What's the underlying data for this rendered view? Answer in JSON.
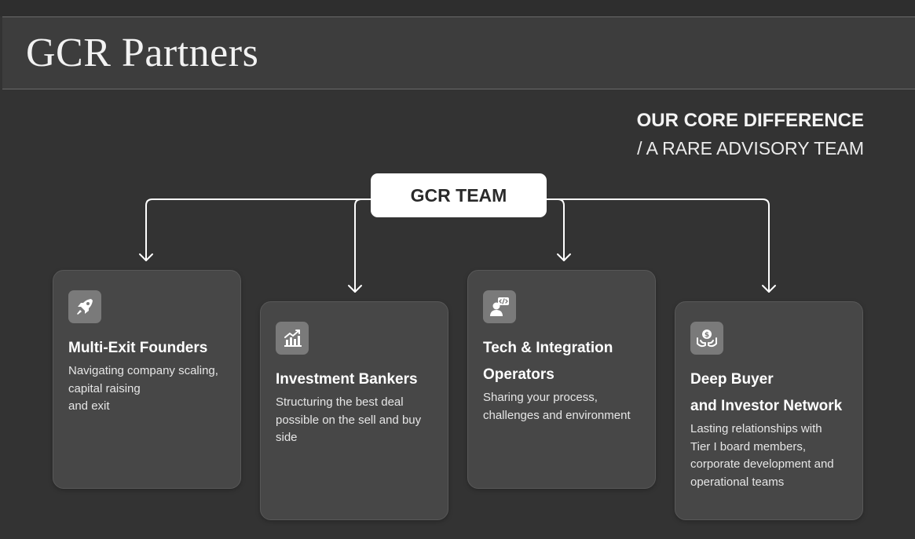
{
  "header": {
    "brand": "GCR Partners"
  },
  "headline": {
    "main": "OUR CORE DIFFERENCE",
    "sub": "/ A RARE ADVISORY TEAM"
  },
  "team": {
    "label": "GCR TEAM"
  },
  "cards": [
    {
      "icon": "rocket-icon",
      "title": "Multi-Exit Founders",
      "description": "Navigating company scaling,\ncapital raising\nand exit"
    },
    {
      "icon": "bar-chart-growth-icon",
      "title": "Investment Bankers",
      "description": "Structuring the best deal\npossible on the sell and buy\nside"
    },
    {
      "icon": "developer-code-icon",
      "title": "Tech & Integration\nOperators",
      "description": "Sharing your process,\nchallenges and environment"
    },
    {
      "icon": "hands-money-icon",
      "title": "Deep Buyer\nand Investor Network",
      "description": "Lasting relationships with\nTier I board members,\ncorporate development and\noperational teams"
    }
  ],
  "colors": {
    "background": "#333333",
    "header": "#3d3d3d",
    "card": "#474747",
    "icon_tile": "#7a7a7a",
    "pill": "#ffffff",
    "connector": "#ffffff"
  }
}
